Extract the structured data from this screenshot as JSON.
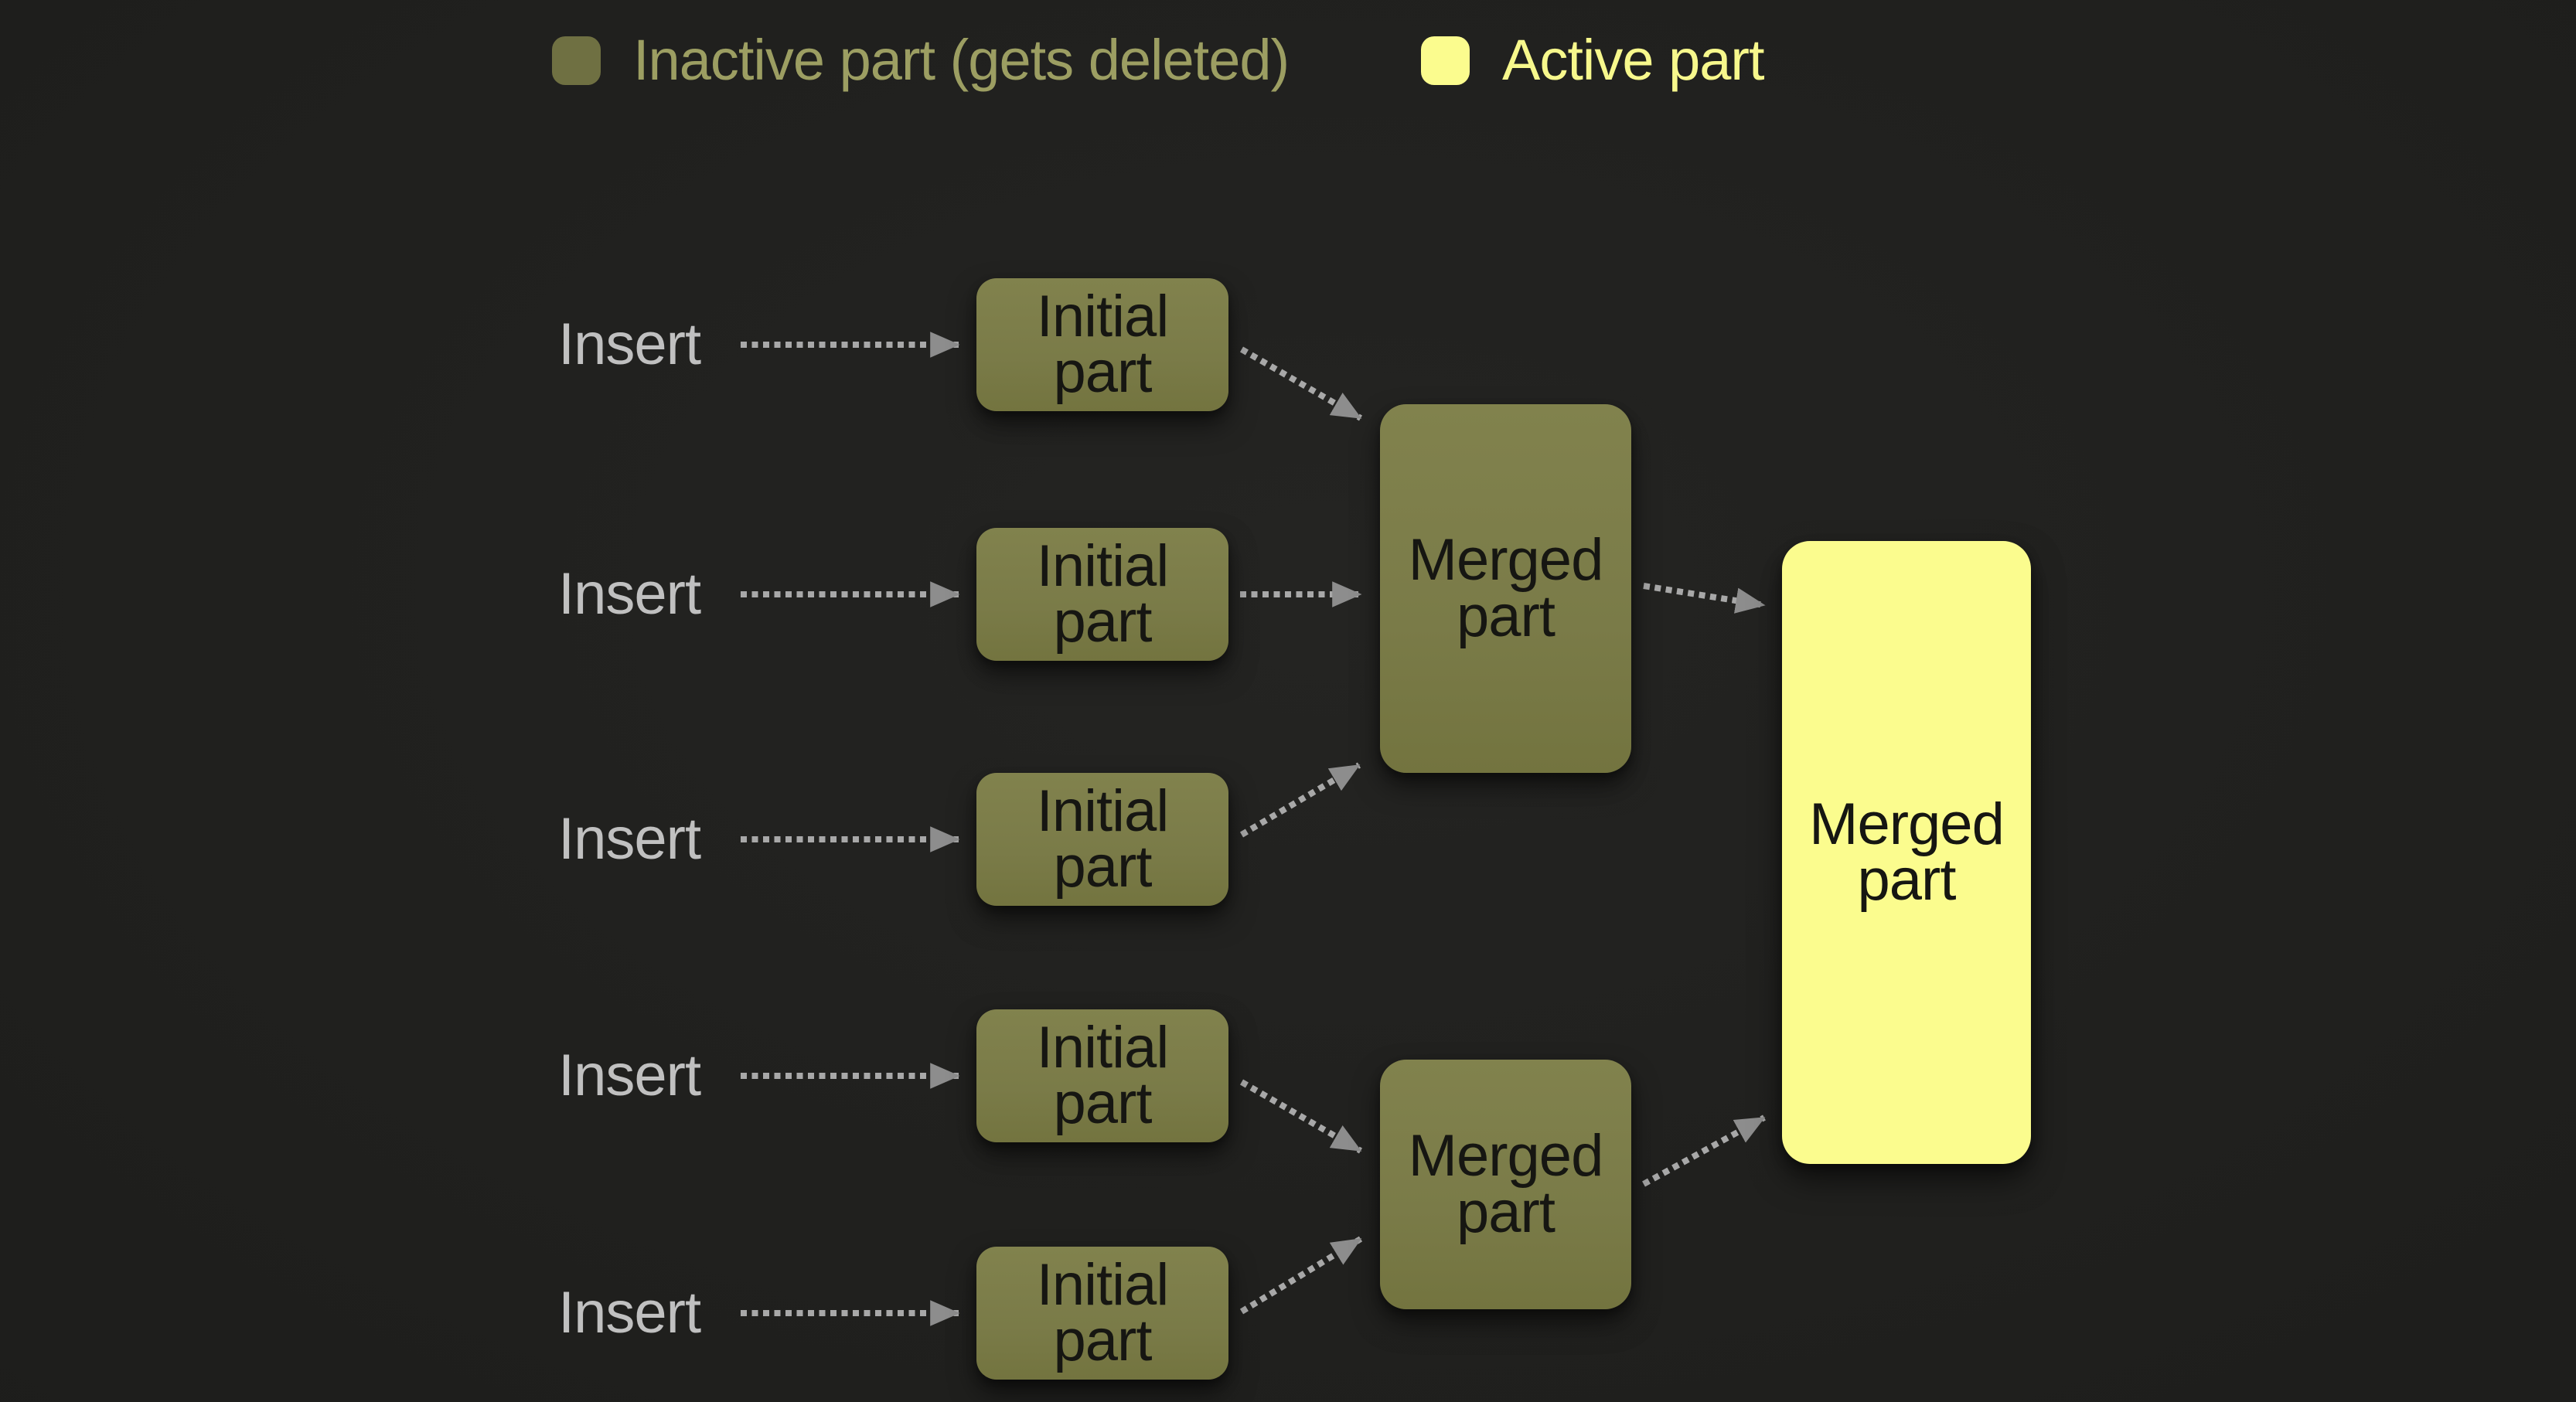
{
  "legend": {
    "items": [
      {
        "label": "Inactive part (gets deleted)",
        "kind": "inactive"
      },
      {
        "label": "Active part",
        "kind": "active"
      }
    ]
  },
  "flow": {
    "rows": [
      {
        "insert_label": "Insert",
        "part_label": "Initial part"
      },
      {
        "insert_label": "Insert",
        "part_label": "Initial part"
      },
      {
        "insert_label": "Insert",
        "part_label": "Initial part"
      },
      {
        "insert_label": "Insert",
        "part_label": "Initial part"
      },
      {
        "insert_label": "Insert",
        "part_label": "Initial part"
      }
    ],
    "merged": {
      "first": "Merged part",
      "second": "Merged part",
      "final": "Merged part"
    }
  },
  "colors": {
    "background": "#1e1e1c",
    "inactive_fill": "#7a7b48",
    "active_fill": "#fbfc8e",
    "legend_inactive_swatch": "#6f7042",
    "legend_inactive_text": "#9c9e62",
    "legend_active_text": "#f7f88c",
    "insert_text": "#c0c0c0",
    "box_text": "#161612",
    "arrow_dash": "#a8a8a8",
    "arrow_head": "#8d8d8d"
  }
}
